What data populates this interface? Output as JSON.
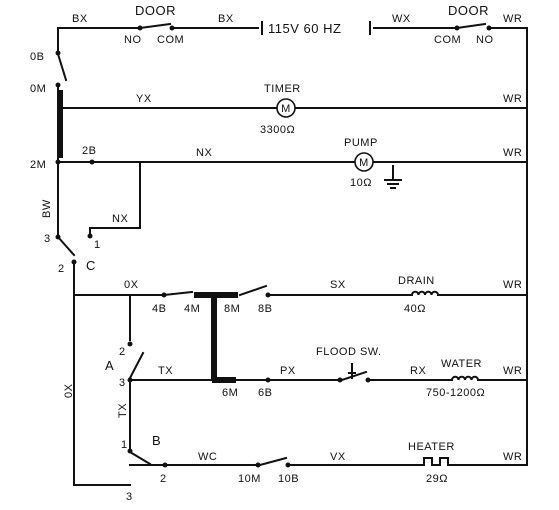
{
  "top": {
    "bx_left": "BX",
    "door_left": "DOOR",
    "no_left": "NO",
    "com_left": "COM",
    "bx_mid": "BX",
    "supply": "115V 60 HZ",
    "wx": "WX",
    "door_right": "DOOR",
    "com_right": "COM",
    "no_right": "NO",
    "wr": "WR"
  },
  "left": {
    "ob": "0B",
    "om": "0M",
    "two_m": "2M",
    "two_b": "2B",
    "bw": "BW",
    "three_c": "3",
    "one_c": "1",
    "two_c": "2",
    "c": "C",
    "ox_vert": "0X"
  },
  "timer": {
    "yx": "YX",
    "name": "TIMER",
    "value": "3300Ω",
    "wr": "WR",
    "symbol": "M"
  },
  "pump": {
    "nx": "NX",
    "name": "PUMP",
    "value": "10Ω",
    "wr": "WR",
    "symbol": "M"
  },
  "nx_loop": {
    "label": "NX"
  },
  "drain": {
    "ox": "0X",
    "c4b": "4B",
    "c4m": "4M",
    "c8m": "8M",
    "c8b": "8B",
    "sx": "SX",
    "name": "DRAIN",
    "value": "40Ω",
    "wr": "WR"
  },
  "switch_a": {
    "a": "A",
    "two": "2",
    "three": "3",
    "tx_vert": "TX",
    "one": "1"
  },
  "water": {
    "tx": "TX",
    "c6m": "6M",
    "c6b": "6B",
    "px": "PX",
    "flood": "FLOOD SW.",
    "rx": "RX",
    "name": "WATER",
    "value": "750-1200Ω",
    "wr": "WR"
  },
  "heater": {
    "b": "B",
    "two": "2",
    "wc": "WC",
    "c10m": "10M",
    "c10b": "10B",
    "vx": "VX",
    "name": "HEATER",
    "value": "29Ω",
    "wr": "WR",
    "three": "3"
  }
}
